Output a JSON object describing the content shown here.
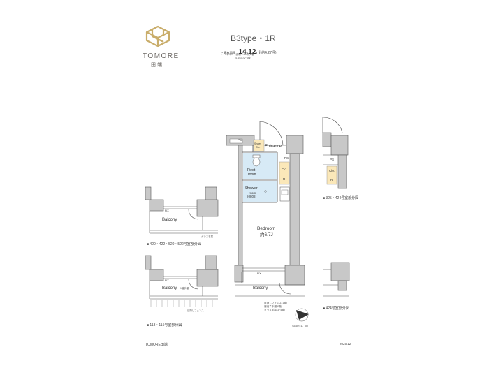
{
  "brand": {
    "name_en": "TOMORE",
    "name_jp": "田端",
    "footer": "TOMORE田端"
  },
  "unit": {
    "type": "B3type・1R",
    "area_label": "・専有面積",
    "area_value": "14.12",
    "area_unit": "㎡",
    "area_tsubo": "(約4.27坪)",
    "balcony_line1": "・バルコニー面積 2.68㎡(1階)",
    "balcony_line2": "4.44㎡(2~4階)"
  },
  "rooms": {
    "entrance": "Entrance",
    "shoes": "Shoes",
    "clo": "Clo.",
    "rest_1": "Rest",
    "rest_2": "room",
    "shower_1": "Shower",
    "shower_2": "room",
    "shower_3": "(0808)",
    "bedroom": "Bedroom",
    "bedroom_size": "約6.7J",
    "balcony": "Balcony",
    "ps": "PS",
    "fix": "FIX",
    "r": "R",
    "clo_small": "Clo."
  },
  "captions": {
    "left_top": "■ 420・422・520・522号室部分図",
    "left_bottom": "■ 113・115号室部分図",
    "right_top": "■ 325・424号室部分図",
    "right_bottom": "■ 424号室部分図",
    "glass_rail_1": "ガラス手摺",
    "glass_rail_2": "1階手摺",
    "fence": "目隠しフェンス",
    "notes_1": "目隠しフェンス(1階)",
    "notes_2": "縦格子手摺(2階)",
    "notes_3": "ガラス手摺(3~4階)"
  },
  "scale": "Scale=1：50",
  "date": "2025.12"
}
